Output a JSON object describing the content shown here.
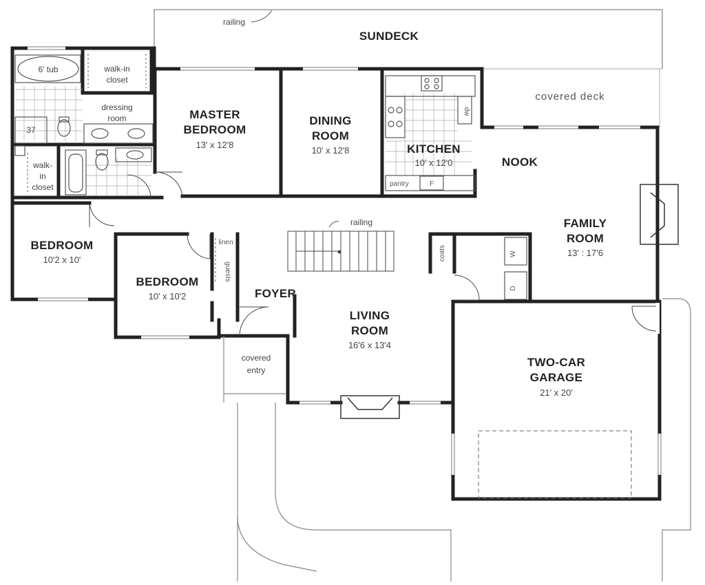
{
  "rooms": {
    "sundeck": {
      "name": "SUNDECK"
    },
    "covered_deck": {
      "name": "covered deck"
    },
    "master_bedroom": {
      "name_line1": "MASTER",
      "name_line2": "BEDROOM",
      "dims": "13' x 12'8"
    },
    "dining_room": {
      "name_line1": "DINING",
      "name_line2": "ROOM",
      "dims": "10' x 12'8"
    },
    "kitchen": {
      "name": "KITCHEN",
      "dims": "10' x 12'0"
    },
    "nook": {
      "name": "NOOK"
    },
    "family_room": {
      "name_line1": "FAMILY",
      "name_line2": "ROOM",
      "dims": "13' : 17'6"
    },
    "bedroom_left": {
      "name": "BEDROOM",
      "dims": "10'2 x 10'"
    },
    "bedroom_center": {
      "name": "BEDROOM",
      "dims": "10' x 10'2"
    },
    "foyer": {
      "name": "FOYER"
    },
    "living_room": {
      "name_line1": "LIVING",
      "name_line2": "ROOM",
      "dims": "16'6 x 13'4"
    },
    "garage": {
      "name_line1": "TWO-CAR",
      "name_line2": "GARAGE",
      "dims": "21' x 20'"
    },
    "covered_entry": {
      "name_line1": "covered",
      "name_line2": "entry"
    },
    "dressing_room": {
      "name_line1": "dressing",
      "name_line2": "room"
    },
    "walkin_closet_top": {
      "name_line1": "walk-in",
      "name_line2": "closet"
    },
    "walkin_closet_side": {
      "name_line1": "walk-",
      "name_line2": "in",
      "name_line3": "closet"
    },
    "tub": {
      "name": "6' tub"
    },
    "shower": {
      "name": "37"
    }
  },
  "annotations": {
    "railing_top": "railing",
    "railing_stair": "railing",
    "pantry": "pantry",
    "linen": "linen",
    "guests": "guests",
    "coats": "coats",
    "dw": "dw",
    "washer": "W",
    "dryer": "D",
    "fridge": "F"
  }
}
